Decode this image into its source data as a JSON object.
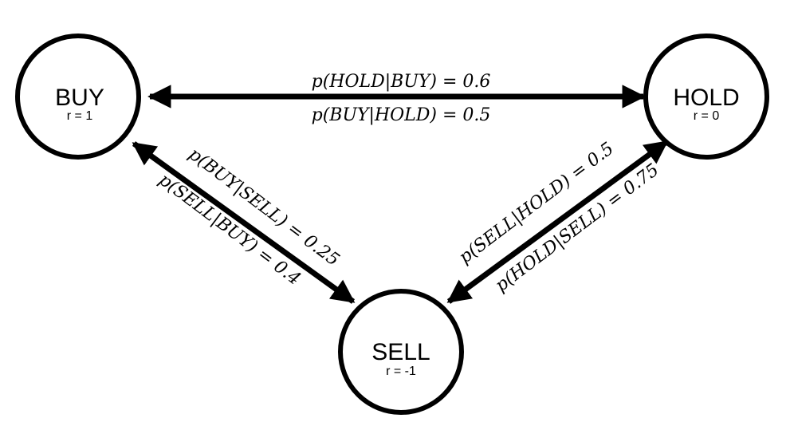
{
  "nodes": {
    "buy": {
      "label": "BUY",
      "reward": "r = 1"
    },
    "hold": {
      "label": "HOLD",
      "reward": "r = 0"
    },
    "sell": {
      "label": "SELL",
      "reward": "r = -1"
    }
  },
  "edges": {
    "buy_hold": {
      "forward": "p(HOLD|BUY) = 0.6",
      "backward": "p(BUY|HOLD) = 0.5"
    },
    "buy_sell": {
      "forward": "p(BUY|SELL) = 0.25",
      "backward": "p(SELL|BUY) = 0.4"
    },
    "hold_sell": {
      "forward": "p(SELL|HOLD) = 0.5",
      "backward": "p(HOLD|SELL) = 0.75"
    }
  },
  "colors": {
    "stroke": "#000000",
    "background": "#ffffff"
  }
}
